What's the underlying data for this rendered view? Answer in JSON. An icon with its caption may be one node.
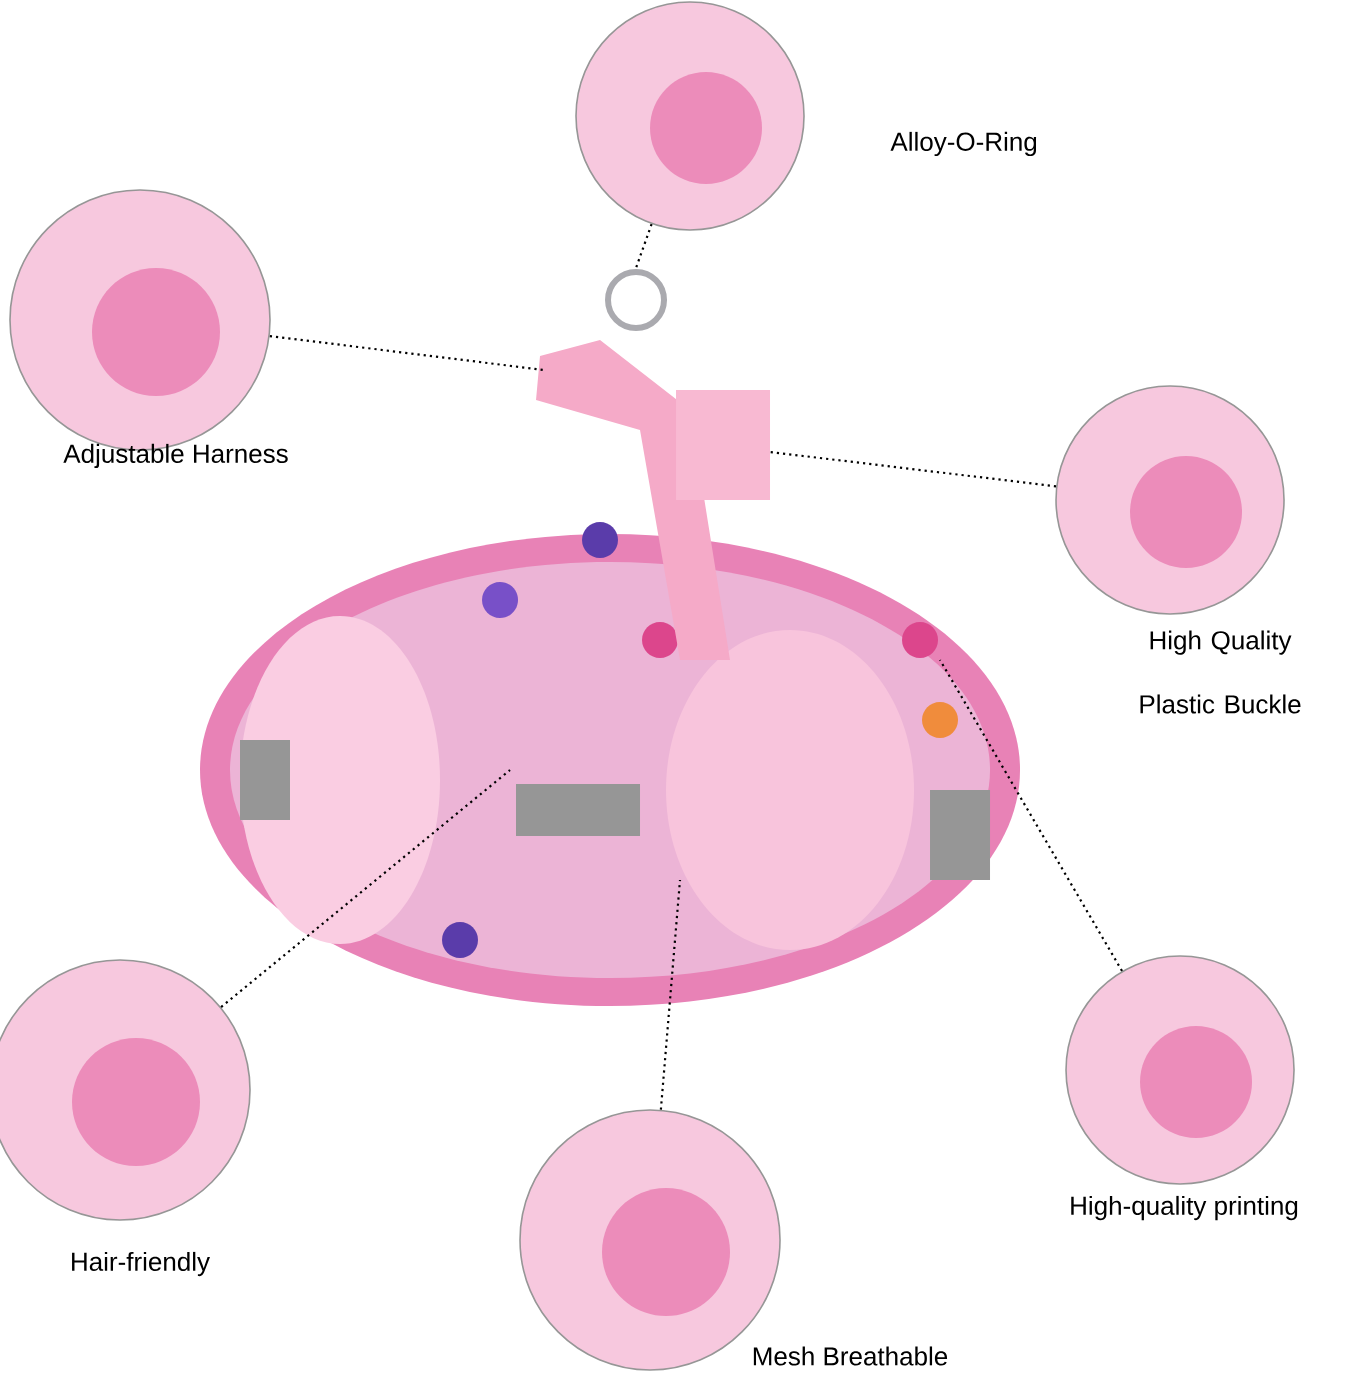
{
  "diagram": {
    "nodes": [
      {
        "text": [],
        "shape": "picture"
      },
      {
        "text": [
          "Alloy-O-Ring"
        ]
      },
      {
        "text": [
          "Adjustable Harness"
        ]
      },
      {
        "text": [
          "High Quality Plastic Buckle"
        ]
      },
      {
        "text": [
          "High-quality printing"
        ]
      },
      {
        "text": [
          "Hair-friendly"
        ]
      },
      {
        "text": [
          "Mesh Breathable"
        ]
      }
    ],
    "edges": [
      {
        "from": 1,
        "to": 0,
        "arrow": "none",
        "style": "dashed"
      },
      {
        "from": 2,
        "to": 0,
        "arrow": "none",
        "style": "dashed"
      },
      {
        "from": 3,
        "to": 0,
        "arrow": "none",
        "style": "dashed"
      },
      {
        "from": 4,
        "to": 0,
        "arrow": "none",
        "style": "dashed"
      },
      {
        "from": 5,
        "to": 0,
        "arrow": "none",
        "style": "dashed"
      },
      {
        "from": 6,
        "to": 0,
        "arrow": "none",
        "style": "dashed"
      }
    ]
  }
}
